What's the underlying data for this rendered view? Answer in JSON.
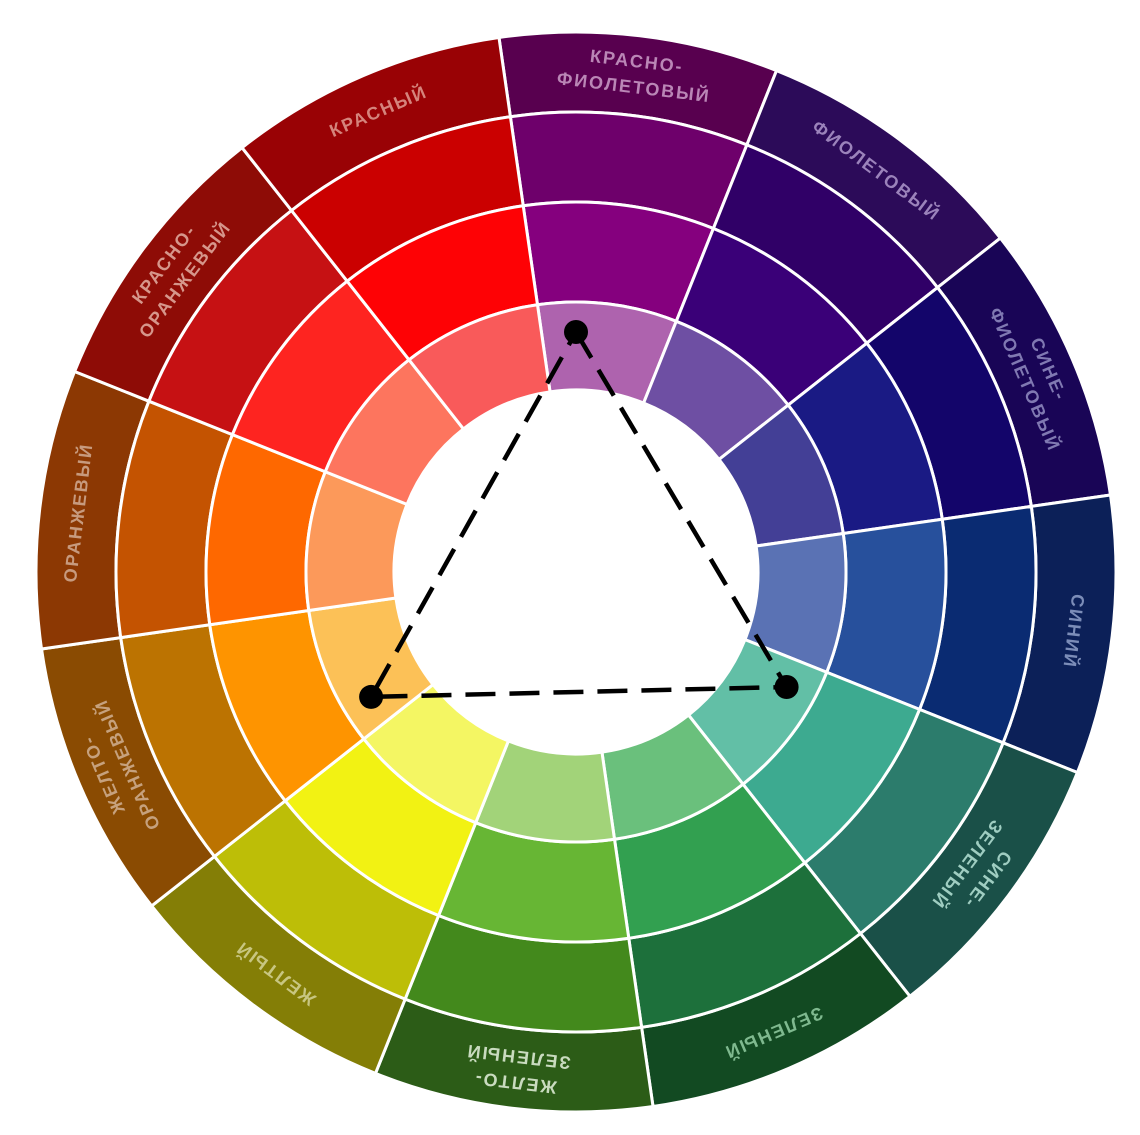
{
  "wheel": {
    "segments": [
      {
        "label_lines": [
          "КРАСНО-",
          "ФИОЛЕТОВЫЙ"
        ],
        "rings": [
          "#58004f",
          "#6e006b",
          "#85007e",
          "#ae63ae"
        ],
        "label_color": "#ba86b6"
      },
      {
        "label_lines": [
          "ФИОЛЕТОВЫЙ"
        ],
        "rings": [
          "#2c0b59",
          "#300067",
          "#3a0078",
          "#6e4fa3"
        ],
        "label_color": "#9b83bb"
      },
      {
        "label_lines": [
          "СИНЕ-",
          "ФИОЛЕТОВЫЙ"
        ],
        "rings": [
          "#190556",
          "#13056a",
          "#1a1a84",
          "#433f96"
        ],
        "label_color": "#8079b2"
      },
      {
        "label_lines": [
          "СИНИЙ"
        ],
        "rings": [
          "#0c2058",
          "#0a2b72",
          "#27509c",
          "#5a72b4"
        ],
        "label_color": "#7c8db8"
      },
      {
        "label_lines": [
          "СИНЕ-",
          "ЗЕЛЕНЫЙ"
        ],
        "rings": [
          "#1a5048",
          "#2c7c6c",
          "#3daa90",
          "#62bfa6"
        ],
        "label_color": "#9fcdc1"
      },
      {
        "label_lines": [
          "ЗЕЛЕНЫЙ"
        ],
        "rings": [
          "#124a22",
          "#1d703b",
          "#32a050",
          "#6ac07c"
        ],
        "label_color": "#7fb98f"
      },
      {
        "label_lines": [
          "ЖЕЛТО-",
          "ЗЕЛЕНЫЙ"
        ],
        "rings": [
          "#2c5c17",
          "#43891c",
          "#67b634",
          "#a2d379"
        ],
        "label_color": "#c9dbbf"
      },
      {
        "label_lines": [
          "ЖЕЛТЫЙ"
        ],
        "rings": [
          "#847e06",
          "#bdbe07",
          "#f2f213",
          "#f4f663"
        ],
        "label_color": "#c8c681"
      },
      {
        "label_lines": [
          "ЖЕЛТО-",
          "ОРАНЖЕВЫЙ"
        ],
        "rings": [
          "#8a4b02",
          "#bc7301",
          "#fe9400",
          "#fcc157"
        ],
        "label_color": "#c6a17d"
      },
      {
        "label_lines": [
          "ОРАНЖЕВЫЙ"
        ],
        "rings": [
          "#8c3803",
          "#c45301",
          "#fe6800",
          "#fc995a"
        ],
        "label_color": "#c79a7e"
      },
      {
        "label_lines": [
          "КРАСНО-",
          "ОРАНЖЕВЫЙ"
        ],
        "rings": [
          "#8e0c06",
          "#c61113",
          "#fe2420",
          "#fd755e"
        ],
        "label_color": "#d6968b"
      },
      {
        "label_lines": [
          "КРАСНЫЙ"
        ],
        "rings": [
          "#990205",
          "#cb0000",
          "#fe0205",
          "#f95a5a"
        ],
        "label_color": "#d5847c"
      }
    ],
    "scheme": {
      "name": "triad",
      "points": [
        0,
        4,
        8
      ],
      "line_color": "#000000",
      "dot_color": "#000000"
    }
  }
}
